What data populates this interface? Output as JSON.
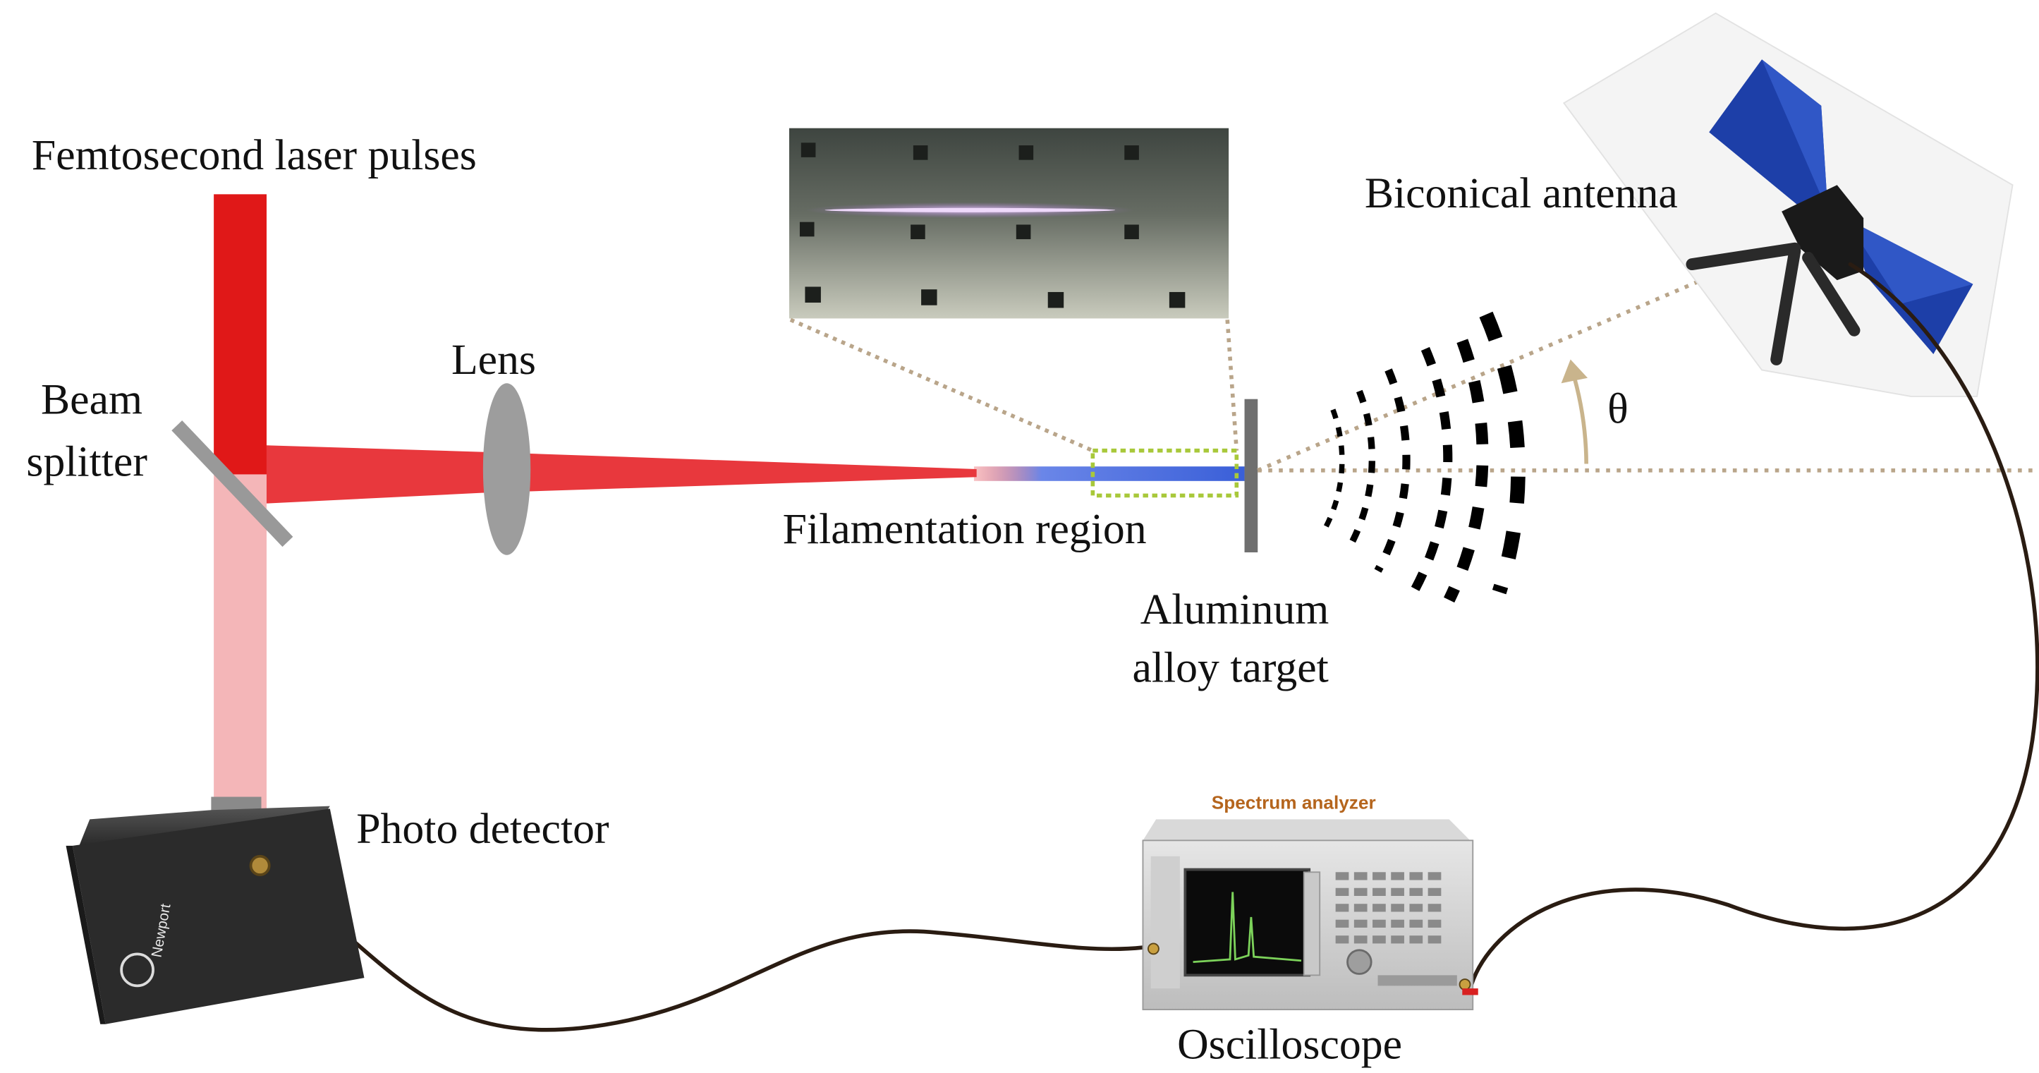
{
  "labels": {
    "laser": "Femtosecond laser pulses",
    "beam_splitter_line1": "Beam",
    "beam_splitter_line2": "splitter",
    "lens": "Lens",
    "filamentation": "Filamentation region",
    "target_line1": "Aluminum",
    "target_line2": "alloy target",
    "antenna": "Biconical antenna",
    "angle": "θ",
    "photo_detector": "Photo detector",
    "oscilloscope": "Oscilloscope",
    "spectrum_caption": "Spectrum analyzer",
    "detector_brand": "Newport"
  },
  "colors": {
    "laser_red": "#e01818",
    "focused_beam": "#e8383d",
    "transmitted_beam": "#f4b6b8",
    "filament_blue": "#4a6fe0",
    "plasma_violet": "#b58ad8",
    "dotted_line": "#b9a58a",
    "zoom_box": "#a8c83a",
    "antenna_blue": "#1d3fa8",
    "wave_black": "#000000",
    "cable": "#2a1c12"
  },
  "icons": [
    "beam-splitter-icon",
    "lens-icon",
    "target-plate-icon",
    "biconical-antenna-icon",
    "photo-detector-icon",
    "spectrum-analyzer-icon",
    "angle-arrow-icon"
  ]
}
